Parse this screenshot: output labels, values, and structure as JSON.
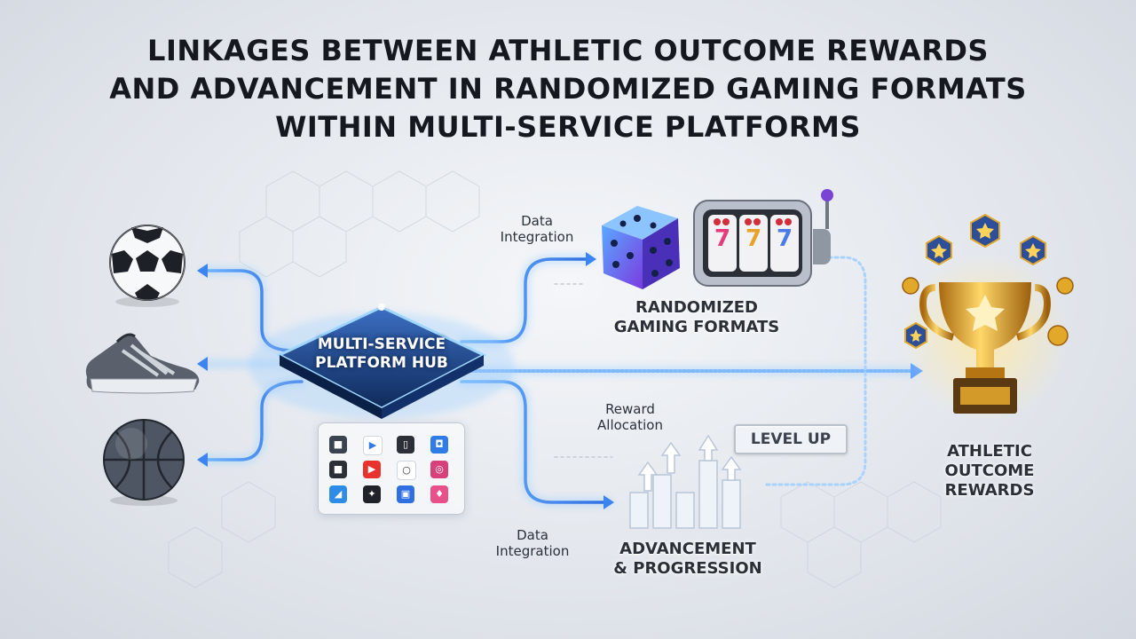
{
  "title": {
    "line1": "LINKAGES BETWEEN ATHLETIC OUTCOME REWARDS",
    "line2": "AND ADVANCEMENT IN RANDOMIZED GAMING FORMATS",
    "line3": "WITHIN MULTI-SERVICE PLATFORMS"
  },
  "hub": {
    "line1": "MULTI-SERVICE",
    "line2": "PLATFORM HUB"
  },
  "gaming": {
    "line1": "RANDOMIZED",
    "line2": "GAMING FORMATS"
  },
  "advancement": {
    "line1": "ADVANCEMENT",
    "line2": "& PROGRESSION"
  },
  "rewards": {
    "line1": "ATHLETIC",
    "line2": "OUTCOME",
    "line3": "REWARDS"
  },
  "edges": {
    "data_integration_top_1": "Data",
    "data_integration_top_2": "Integration",
    "reward_allocation_1": "Reward",
    "reward_allocation_2": "Allocation",
    "data_integration_bottom_1": "Data",
    "data_integration_bottom_2": "Integration"
  },
  "level_up": "LEVEL UP",
  "slot_reels": [
    "7",
    "7",
    "7"
  ],
  "colors": {
    "flow": "#4a8dff",
    "glow": "#9fd0ff",
    "gold": "#e2a829",
    "hub": "#1d3f7a"
  }
}
